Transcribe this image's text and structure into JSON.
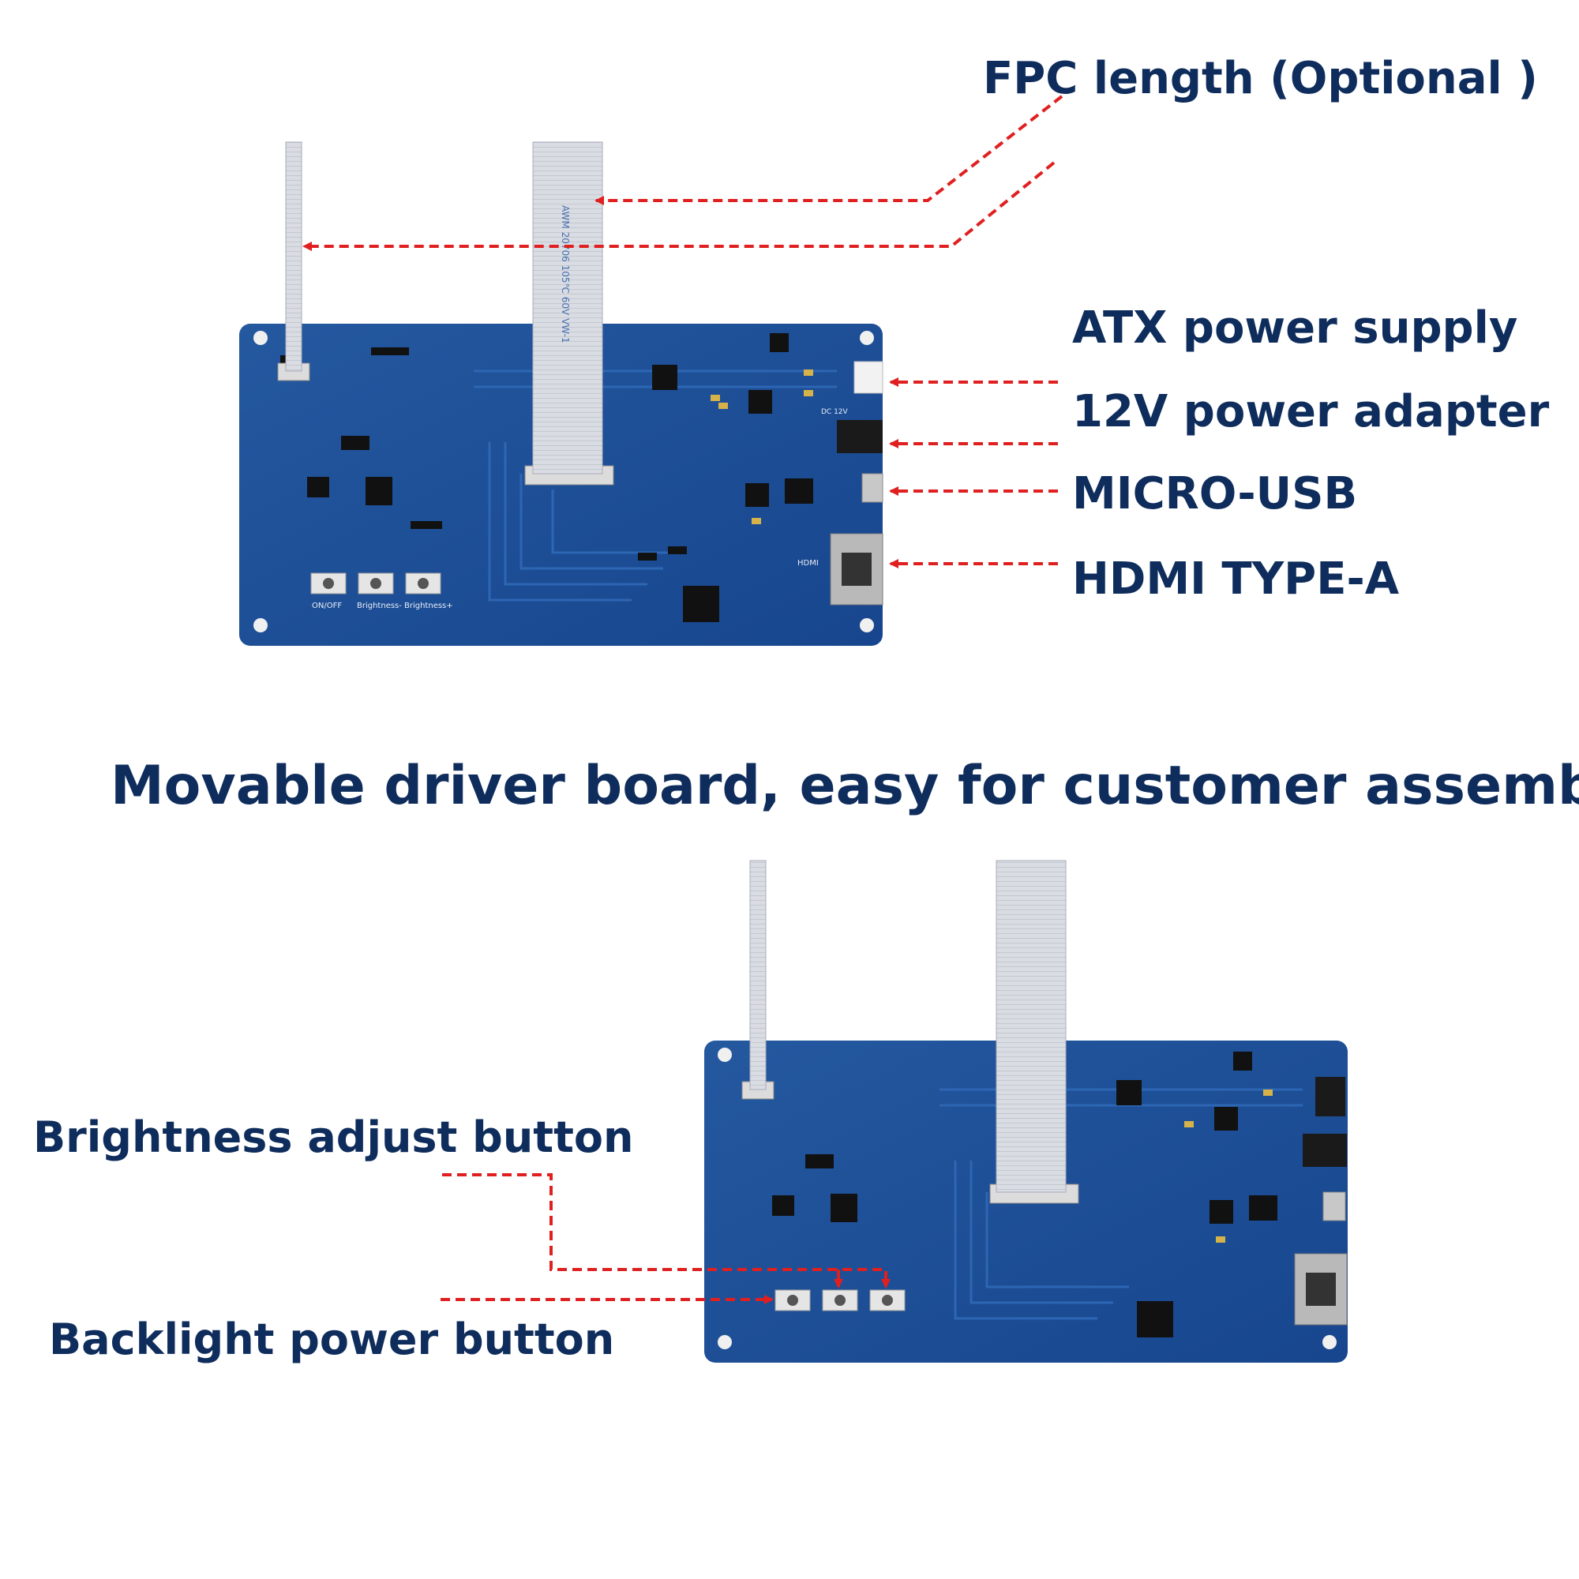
{
  "callouts": {
    "fpc_length": "FPC length (Optional )",
    "atx_power": "ATX power supply",
    "power_adapter": "12V power adapter",
    "micro_usb": "MICRO-USB",
    "hdmi": "HDMI TYPE-A",
    "headline": "Movable driver board, easy for customer assembly",
    "brightness_button": "Brightness adjust button",
    "backlight_button": "Backlight power button"
  },
  "board_labels": {
    "on_off": "ON/OFF",
    "brightness_minus": "Brightness-",
    "brightness_plus": "Brightness+",
    "hdmi_silk": "HDMI",
    "dc_silk": "DC 12V",
    "cable_print": "AWM 20706 105℃ 60V VW-1"
  },
  "colors": {
    "text": "#0f2d5c",
    "board": "#1c4f9c",
    "arrow": "#e02020",
    "cable": "#d9dde3"
  }
}
